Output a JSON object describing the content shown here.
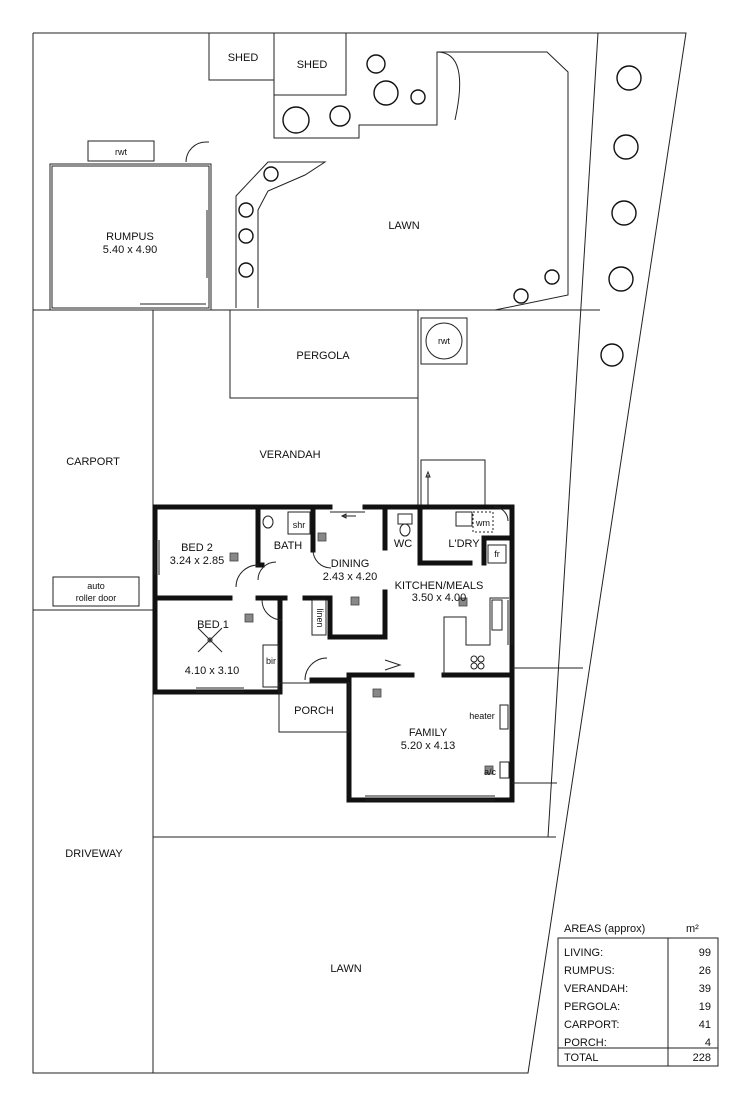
{
  "labels": {
    "shed_1": "SHED",
    "shed_2": "SHED",
    "rwt_top": "rwt",
    "rwt_tank": "rwt",
    "rumpus_name": "RUMPUS",
    "rumpus_dims": "5.40 x 4.90",
    "lawn_back": "LAWN",
    "pergola": "PERGOLA",
    "carport": "CARPORT",
    "verandah": "VERANDAH",
    "auto_door_line1": "auto",
    "auto_door_line2": "roller door",
    "bed2_name": "BED 2",
    "bed2_dims": "3.24 x 2.85",
    "shr": "shr",
    "bath": "BATH",
    "dining_name": "DINING",
    "dining_dims": "2.43 x 4.20",
    "wc": "WC",
    "wm": "wm",
    "ldry": "L'DRY",
    "fr": "fr",
    "kitchen_name": "KITCHEN/MEALS",
    "kitchen_dims": "3.50 x 4.00",
    "bed1_name": "BED 1",
    "bed1_dims": "4.10 x 3.10",
    "linen": "linen",
    "bir": "bir",
    "porch": "PORCH",
    "family_name": "FAMILY",
    "family_dims": "5.20 x 4.13",
    "heater": "heater",
    "ac": "a/c",
    "driveway": "DRIVEWAY",
    "lawn_front": "LAWN"
  },
  "areas_table": {
    "title": "AREAS (approx)",
    "unit": "m²",
    "rows": [
      {
        "label": "LIVING:",
        "value": "99"
      },
      {
        "label": "RUMPUS:",
        "value": "26"
      },
      {
        "label": "VERANDAH:",
        "value": "39"
      },
      {
        "label": "PERGOLA:",
        "value": "19"
      },
      {
        "label": "CARPORT:",
        "value": "41"
      },
      {
        "label": "PORCH:",
        "value": "4"
      }
    ],
    "total_label": "TOTAL",
    "total_value": "228"
  }
}
